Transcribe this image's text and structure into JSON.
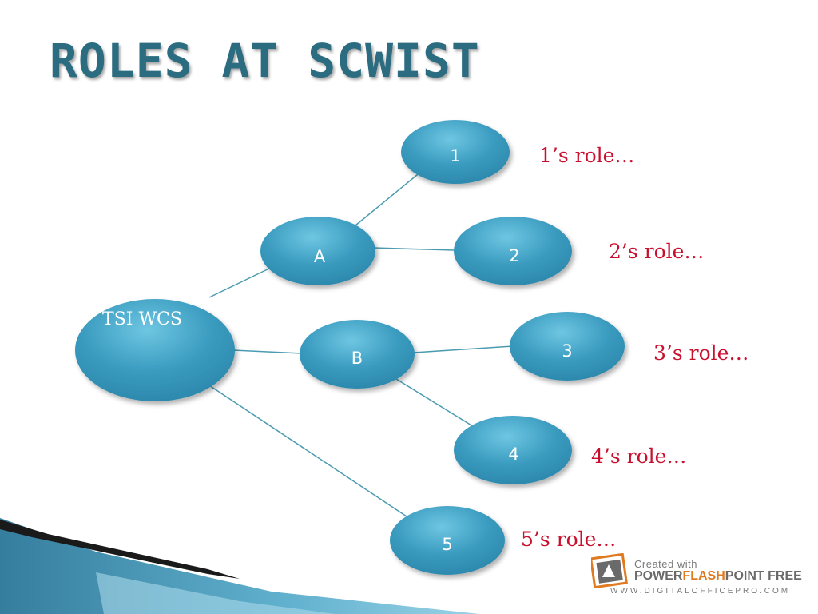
{
  "slide": {
    "title": "ROLES AT SCWIST"
  },
  "diagram": {
    "root": {
      "label": "TSI WCS"
    },
    "nodes": {
      "A": "A",
      "B": "B",
      "n1": "1",
      "n2": "2",
      "n3": "3",
      "n4": "4",
      "n5": "5"
    },
    "roles": {
      "r1": "1’s role…",
      "r2": "2’s role…",
      "r3": "3’s role…",
      "r4": "4’s role…",
      "r5": "5’s role…"
    }
  },
  "watermark": {
    "line1": "Created with",
    "brand_a": "POWER",
    "brand_b": "FLASH",
    "brand_c": "POINT FREE",
    "url": "WWW.DIGITALOFFICEPRO.COM"
  },
  "colors": {
    "title": "#2b6c80",
    "node": "#3a9bbf",
    "role_text": "#c8102e",
    "connector": "#4a9bb0"
  }
}
